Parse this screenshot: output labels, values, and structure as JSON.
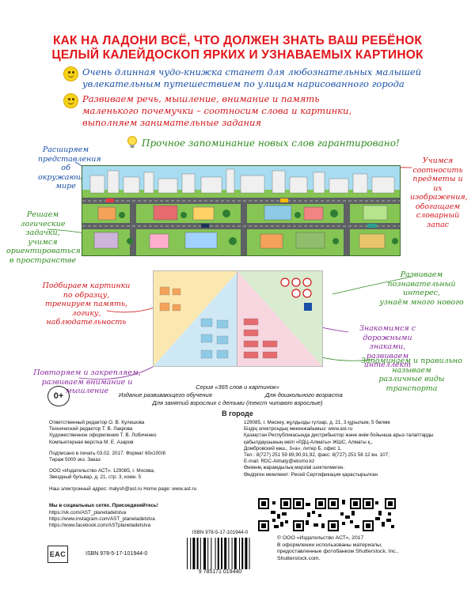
{
  "header": {
    "line1": "КАК НА ЛАДОНИ ВСЁ, ЧТО ДОЛЖЕН ЗНАТЬ ВАШ РЕБЁНОК",
    "line2": "ЦЕЛЫЙ КАЛЕЙДОСКОП ЯРКИХ И УЗНАВАЕМЫХ КАРТИНОК"
  },
  "bullets": [
    {
      "line1": "Очень длинная чудо-книжка станет для любознательных малышей",
      "line2": "увлекательным путешествием по улицам нарисованного города"
    },
    {
      "line1": "Развиваем речь, мышление, внимание и память",
      "line2": "маленького почемучки – соотносим слова и картинки,",
      "line3": "выполняем занимательные задания"
    }
  ],
  "guarantee": "Прочное запоминание новых слов гарантировано!",
  "annotations": {
    "a1": [
      "Расширяем",
      "представления",
      "об окружающем",
      "мире"
    ],
    "a2": [
      "Учимся",
      "соотносить",
      "предметы и их",
      "изображения,",
      "обогащаем",
      "словарный",
      "запас"
    ],
    "a3": [
      "Решаем",
      "логические задачки,",
      "учимся",
      "ориентироваться",
      "в пространстве"
    ],
    "a4": [
      "Развиваем",
      "познавательный интерес,",
      "узнаём много нового"
    ],
    "a5": [
      "Подбираем картинки",
      "по образцу,",
      "тренируем память, логику,",
      "наблюдательность"
    ],
    "a6": [
      "Знакомимся с дорожными",
      "знаками,",
      "развиваем интеллект"
    ],
    "a7": [
      "Запоминаем и правильно",
      "называем",
      "различные виды транспорта"
    ],
    "a8": [
      "Повторяем и закрепляем,",
      "развиваем внимание и мышление"
    ]
  },
  "age": "0+",
  "series": {
    "line1": "Серия «365 слов и картинок»",
    "line2": "Издание развивающего обучения",
    "line3": "Для дошкольного возраста",
    "line4": "Для занятий взрослых с детьми (текст читают взрослые)",
    "title": "В городе"
  },
  "credits_left": [
    "Ответственный редактор  О. В. Кулешова",
    "Технический редактор  Т. В. Лакрова",
    "Художественное оформление  Т. В. Лобиченко",
    "Компьютерная верстка  М. Е. Азаров",
    "",
    "Подписано в печать 03.02. 2017. Формат 60х100/8",
    "Тираж 5000 экз.   Заказ",
    "",
    "ООО «Издательство АСТ». 129085, г. Москва,",
    "Звездный бульвар, д. 21, стр. 3, комн. 5",
    "",
    "Наш электронный адрес:  malysh@ast.ru  Home page: www.ast.ru"
  ],
  "credits_right": [
    "129085, г. Мәскеу, жұлдызды гүлзар, д. 21, 3 құрылым, 5 бөлме",
    "Біздің электрондық мекенжайымыз: www.ast.ru",
    "Қазақстан Республикасында дистрибьютор және өнім бойынша арыз-талаптарды",
    "қабылдаушының өкілі «РДЦ-Алматы» ЖШС, Алматы қ.,",
    "Домбровский көш., 3«а», литер Б, офис 1.",
    "Тел.: 8(727) 251 59 89,90,91,92, факс: 8(727) 251 58 12 вн. 107;",
    "E-mail: RDC-Almaty@eksmo.kz",
    "Өнімнің жарамдылық мерзімі шектелмеген.",
    "Өндірген мемлекет: Ресей Сертификация қарастырылған"
  ],
  "social": {
    "title": "Мы в социальных сетях. Присоединяйтесь!",
    "links": [
      "https://vk.com/AST_planetadetstva",
      "https://www.instagram.com/AST_planetadetstva",
      "https://www.facebook.com/ASTplanetadetstva"
    ]
  },
  "barcode": {
    "isbn_top": "ISBN 978-5-17-101944-0",
    "digits": "9 785171 019440"
  },
  "isbn_bottom": "ISBN  978-5-17-101944-0",
  "eac": "EAC",
  "copyright": [
    "© ООО «Издательство АСТ», 2017",
    "В оформлении использованы материалы,",
    "предоставленные фотобанком Shutterstock, Inc.,",
    "Shutterstock.com."
  ],
  "colors": {
    "header_red": "#e3161b",
    "text_blue": "#1a4fa8",
    "text_green": "#2e8b1e",
    "text_purple": "#8a2ba0"
  }
}
